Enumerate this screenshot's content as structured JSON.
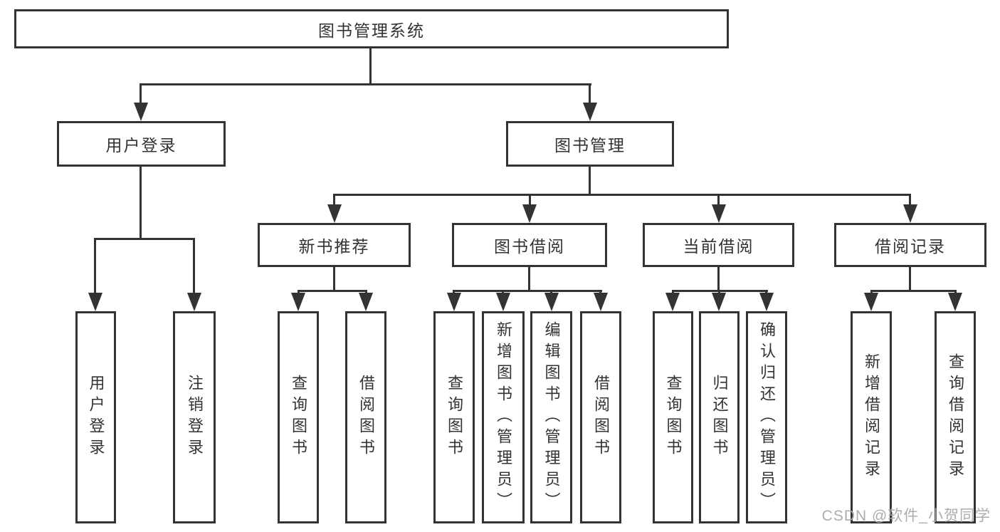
{
  "tree": {
    "root": {
      "label": "图书管理系统"
    },
    "level2": [
      {
        "label": "用户登录",
        "children": [
          {
            "label": "用户登录"
          },
          {
            "label": "注销登录"
          }
        ]
      },
      {
        "label": "图书管理",
        "children": [
          {
            "label": "新书推荐",
            "children": [
              {
                "label": "查询图书"
              },
              {
                "label": "借阅图书"
              }
            ]
          },
          {
            "label": "图书借阅",
            "children": [
              {
                "label": "查询图书"
              },
              {
                "label": "新增图书（管理员）"
              },
              {
                "label": "编辑图书（管理员）"
              },
              {
                "label": "借阅图书"
              }
            ]
          },
          {
            "label": "当前借阅",
            "children": [
              {
                "label": "查询图书"
              },
              {
                "label": "归还图书"
              },
              {
                "label": "确认归还（管理员）"
              }
            ]
          },
          {
            "label": "借阅记录",
            "children": [
              {
                "label": "新增借阅记录"
              },
              {
                "label": "查询借阅记录"
              }
            ]
          }
        ]
      }
    ]
  },
  "watermark": {
    "text": "CSDN @软件_小贺同学"
  },
  "colors": {
    "line": "#333333",
    "text": "#333333",
    "background": "#ffffff",
    "watermark": "#a9a9a9"
  }
}
